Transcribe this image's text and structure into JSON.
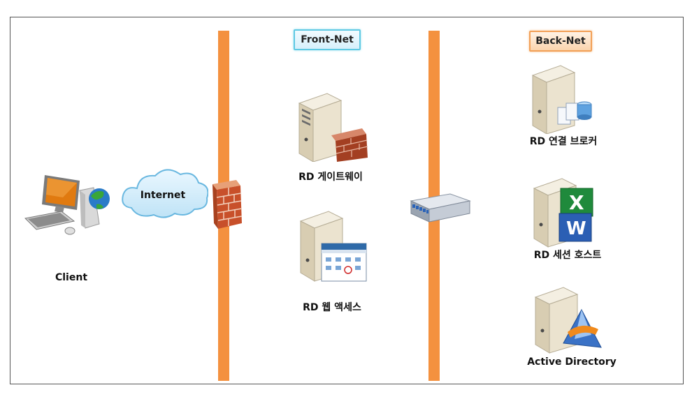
{
  "zones": {
    "front": "Front-Net",
    "back": "Back-Net"
  },
  "nodes": {
    "client": "Client",
    "internet": "Internet",
    "rd_gateway": "RD 게이트웨이",
    "rd_web_access": "RD 웹 액세스",
    "rd_connection_broker": "RD 연결 브로커",
    "rd_session_host": "RD 세션 호스트",
    "active_directory": "Active Directory"
  },
  "colors": {
    "divider": "#F4913F",
    "front_border": "#5FC9E3",
    "back_border": "#F2A057"
  },
  "icons": [
    "client-computer-icon",
    "internet-cloud-icon",
    "firewall-icon",
    "server-firewall-icon",
    "server-web-icon",
    "network-switch-icon",
    "server-database-icon",
    "server-office-icon",
    "server-directory-icon"
  ]
}
